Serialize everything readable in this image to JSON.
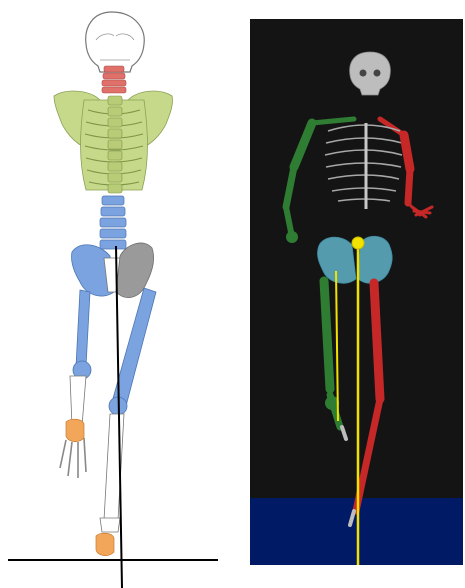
{
  "colors": {
    "page_background": "#ffffff",
    "cervical_spine": "#e0706a",
    "thoracic_region": "#c6d98a",
    "lumbar_and_legs": "#7aa3e0",
    "pelvis_gray": "#9a9a9a",
    "feet_orange": "#f2a65a",
    "sim_background": "#141414",
    "sim_floor": "#001a66",
    "left_side_green": "#2e7d32",
    "right_side_red": "#c62828",
    "pelvis_cyan": "#5fb3c9",
    "plumb_line_yellow": "#f2e200"
  },
  "left_panel": {
    "name": "anatomical-skeleton-diagram",
    "regions": [
      "skull",
      "cervical-spine",
      "ribcage",
      "scapulae",
      "lumbar-spine",
      "pelvis",
      "femurs",
      "tibias",
      "feet"
    ]
  },
  "right_panel": {
    "name": "3d-skeleton-simulation",
    "regions": [
      "skull",
      "ribcage",
      "left-arm",
      "right-arm",
      "pelvis",
      "left-leg",
      "right-leg",
      "floor"
    ]
  }
}
